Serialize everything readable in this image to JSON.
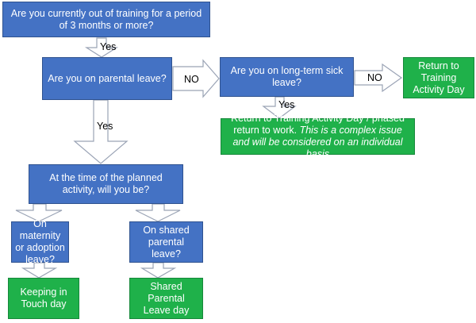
{
  "nodes": {
    "out_of_training": "Are you currently out of training for a period of 3 months or more?",
    "parental_leave": "Are you on parental leave?",
    "long_term_sick": "Are you on long-term sick leave?",
    "return_training_day": "Return to Training Activity Day",
    "phased_return_main": "Return to Training Activity Day / phased return to work.",
    "phased_return_italic": "This is a complex issue and will be considered on an individual basis",
    "planned_activity": "At the time of the planned activity, will you be?",
    "maternity_adoption": "On maternity or adoption leave?",
    "shared_parental": "On shared parental leave?",
    "keeping_in_touch": "Keeping in Touch day",
    "shared_parental_day": "Shared Parental Leave day"
  },
  "labels": {
    "yes_1": "Yes",
    "yes_2": "Yes",
    "yes_3": "Yes",
    "no_1": "NO",
    "no_2": "NO"
  },
  "colors": {
    "question_fill": "#4472c4",
    "outcome_fill": "#1fb14a",
    "arrow_stroke": "#9aa3b5"
  }
}
